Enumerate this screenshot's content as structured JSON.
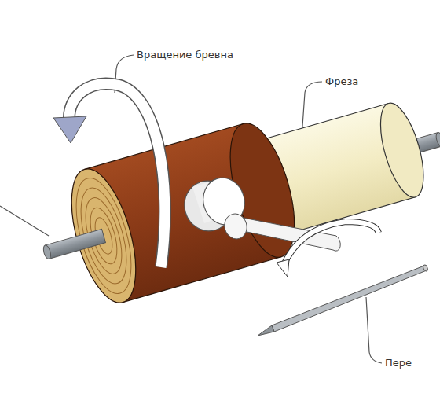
{
  "diagram": {
    "labels": [
      "Вращение бревна",
      "Фреза",
      "Пере"
    ]
  }
}
